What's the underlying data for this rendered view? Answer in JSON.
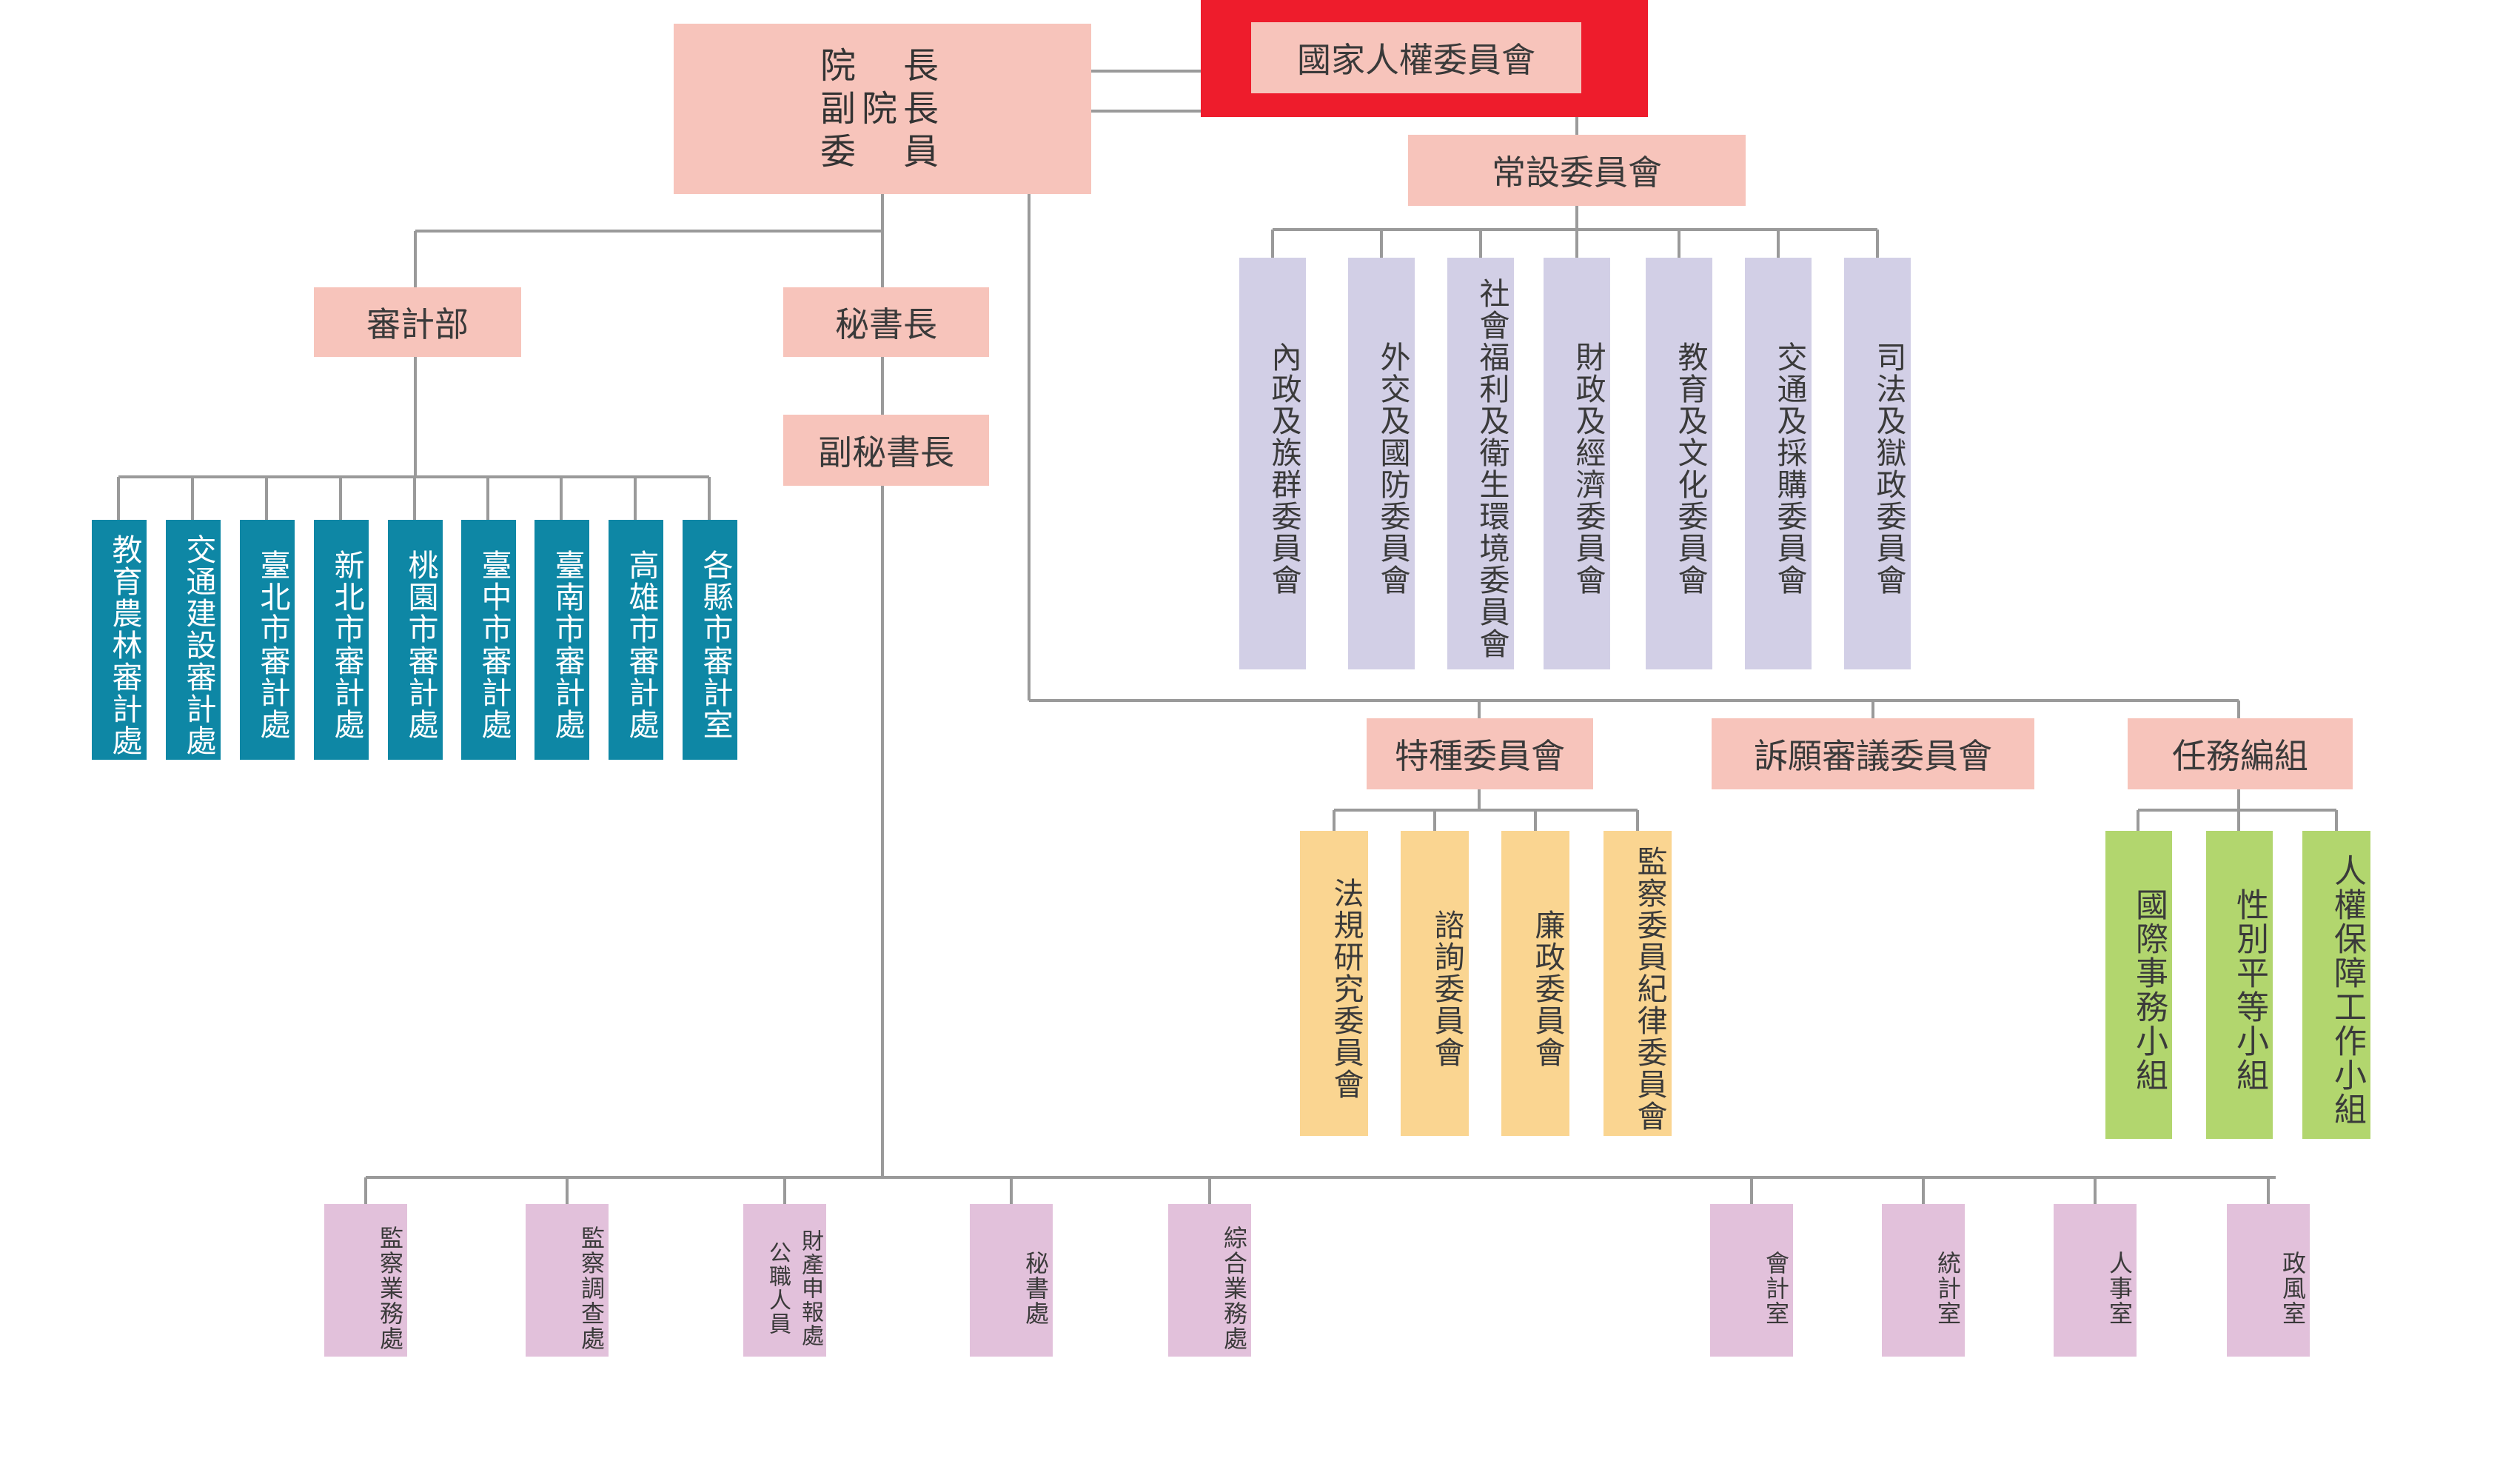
{
  "leadership": {
    "president": "院　長",
    "vice_president": "副院長",
    "members": "委　員"
  },
  "human_rights_commission": "國家人權委員會",
  "standing": {
    "title": "常設委員會",
    "items": [
      "內政及族群委員會",
      "外交及國防委員會",
      "社會福利及衛生環境委員會",
      "財政及經濟委員會",
      "教育及文化委員會",
      "交通及採購委員會",
      "司法及獄政委員會"
    ]
  },
  "audit": {
    "title": "審計部",
    "items": [
      "教育農林審計處",
      "交通建設審計處",
      "臺北市審計處",
      "新北市審計處",
      "桃園市審計處",
      "臺中市審計處",
      "臺南市審計處",
      "高雄市審計處",
      "各縣市審計室"
    ]
  },
  "secretariat": {
    "secretary_general": "秘書長",
    "deputy": "副秘書長",
    "items_left": [
      "監察業務處",
      "監察調查處",
      "財產申報處公職人員",
      "秘書處",
      "綜合業務處"
    ],
    "items_right": [
      "會計室",
      "統計室",
      "人事室",
      "政風室"
    ]
  },
  "special": {
    "title": "特種委員會",
    "items": [
      "法規研究委員會",
      "諮詢委員會",
      "廉政委員會",
      "監察委員紀律委員會"
    ]
  },
  "petition": {
    "title": "訴願審議委員會"
  },
  "task": {
    "title": "任務編組",
    "items": [
      "國際事務小組",
      "性別平等小組",
      "人權保障工作小組"
    ]
  },
  "colors": {
    "pink": "#f7c4bb",
    "lavender": "#d2cfe6",
    "teal": "#0e87a5",
    "yellow": "#fad591",
    "green": "#b2d66e",
    "mauve": "#e2c1db",
    "red": "#ee1c2c",
    "line": "#9a9a9a"
  }
}
